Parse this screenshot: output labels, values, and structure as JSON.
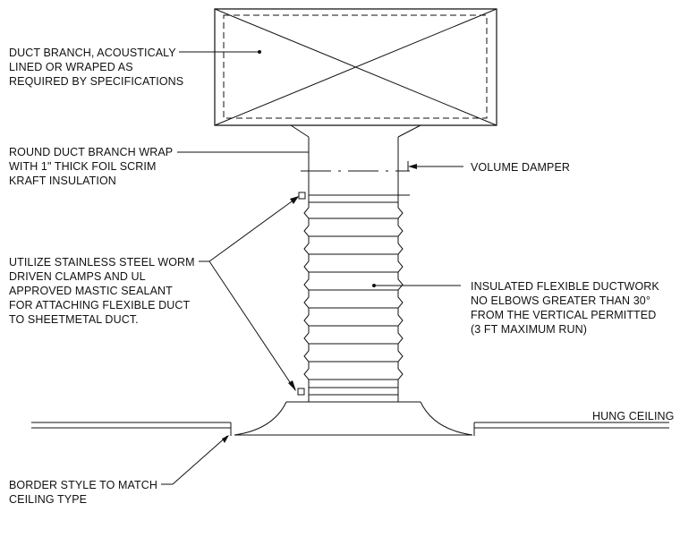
{
  "labels": {
    "duct_branch": [
      "DUCT BRANCH, ACOUSTICALY",
      "LINED OR WRAPED AS",
      "REQUIRED BY SPECIFICATIONS"
    ],
    "round_duct_wrap": [
      "ROUND DUCT BRANCH WRAP",
      "WITH 1\" THICK FOIL SCRIM",
      "KRAFT INSULATION"
    ],
    "volume_damper": [
      "VOLUME DAMPER"
    ],
    "clamps": [
      "UTILIZE STAINLESS STEEL WORM",
      "DRIVEN CLAMPS AND UL",
      "APPROVED MASTIC SEALANT",
      "FOR ATTACHING FLEXIBLE DUCT",
      "TO SHEETMETAL DUCT."
    ],
    "flex_duct": [
      "INSULATED FLEXIBLE DUCTWORK",
      "NO ELBOWS GREATER THAN 30°",
      "FROM THE VERTICAL PERMITTED",
      "(3 FT MAXIMUM RUN)"
    ],
    "hung_ceiling": [
      "HUNG CEILING"
    ],
    "border_style": [
      "BORDER STYLE TO MATCH",
      "CEILING TYPE"
    ]
  },
  "colors": {
    "line": "#111111",
    "background": "#ffffff"
  }
}
